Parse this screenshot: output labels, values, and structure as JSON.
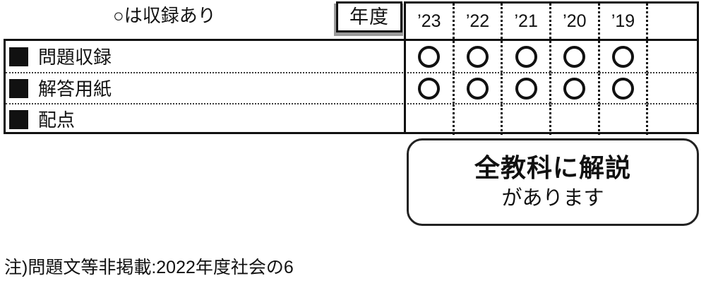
{
  "legend": {
    "mark": "○",
    "text": "は収録あり",
    "full": "○は収録あり"
  },
  "table": {
    "year_header_label": "年度",
    "years": [
      "’23",
      "’22",
      "’21",
      "’20",
      "’19",
      ""
    ],
    "rows": [
      {
        "label": "問題収録",
        "marks": [
          "○",
          "○",
          "○",
          "○",
          "○",
          ""
        ]
      },
      {
        "label": "解答用紙",
        "marks": [
          "○",
          "○",
          "○",
          "○",
          "○",
          ""
        ]
      },
      {
        "label": "配点",
        "marks": [
          "",
          "",
          "",
          "",
          "",
          ""
        ]
      }
    ]
  },
  "callout": {
    "line1": "全教科に解説",
    "line2": "があります"
  },
  "footnote": {
    "text": "注)問題文等非掲載:2022年度社会の6"
  },
  "colors": {
    "ink": "#111111",
    "shadow": "#9a9a9a",
    "paper": "#ffffff"
  }
}
